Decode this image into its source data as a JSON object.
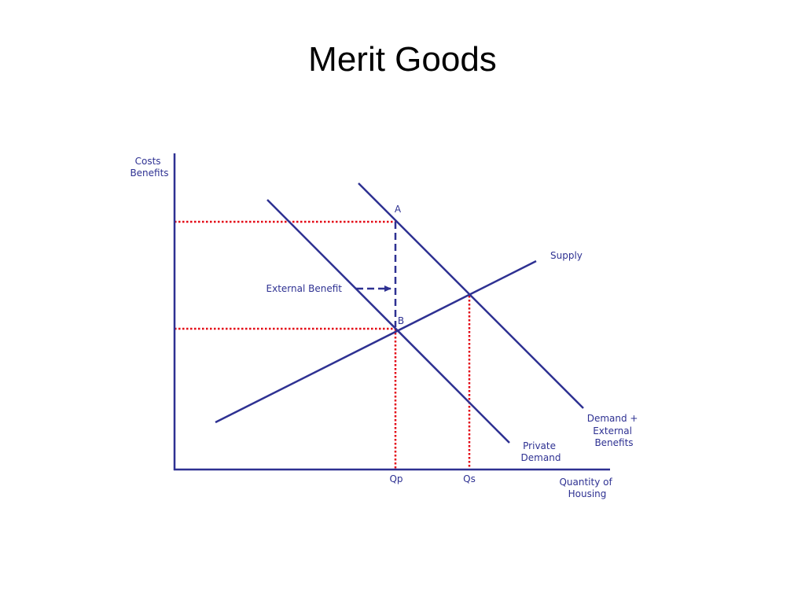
{
  "title": "Merit Goods",
  "colors": {
    "curve": "#2e3192",
    "guide": "#e30613",
    "label": "#2e3192",
    "title": "#000000"
  },
  "axes": {
    "y_label_lines": [
      "Costs",
      "Benefits"
    ],
    "x_label_lines": [
      "Quantity of",
      "Housing"
    ]
  },
  "curves": {
    "supply": {
      "label_lines": [
        "Supply"
      ]
    },
    "private_demand": {
      "label_lines": [
        "Private",
        "Demand"
      ]
    },
    "social_demand": {
      "label_lines": [
        "Demand +",
        "External",
        "Benefits"
      ]
    }
  },
  "points": {
    "a": "A",
    "b": "B"
  },
  "quantities": {
    "qp": "Qp",
    "qs": "Qs"
  },
  "annotation": {
    "external_benefit": "External Benefit"
  }
}
